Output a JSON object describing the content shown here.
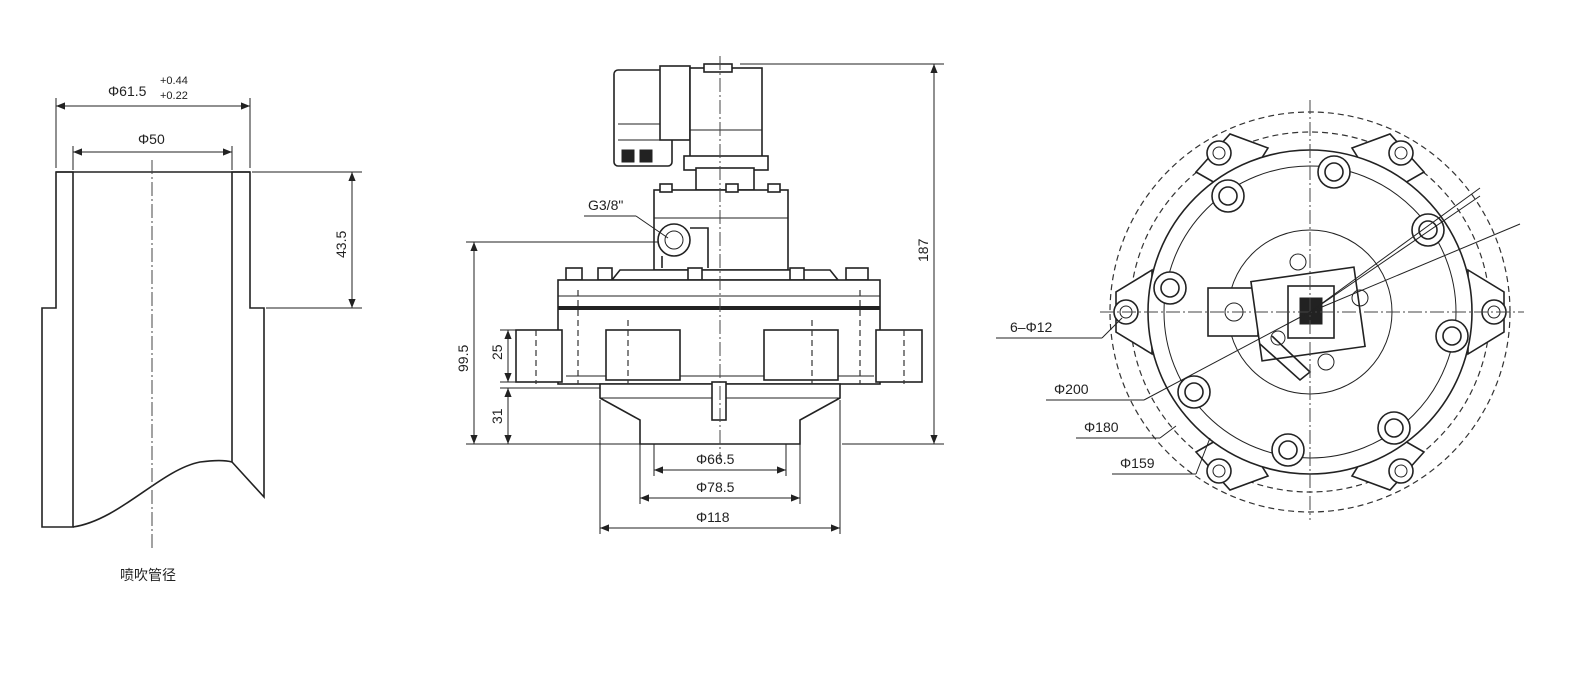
{
  "pipe": {
    "outer_dia": "Φ61.5",
    "tol_upper": "+0.44",
    "tol_lower": "+0.22",
    "inner_dia": "Φ50",
    "insert_depth": "43.5",
    "caption": "喷吹管径"
  },
  "valve": {
    "port_thread": "G3/8\"",
    "total_height": "187",
    "body_height": "99.5",
    "flange_height": "25",
    "bottom_height": "31",
    "dia_a": "Φ66.5",
    "dia_b": "Φ78.5",
    "dia_c": "Φ118"
  },
  "top_view": {
    "holes": "6–Φ12",
    "dia_outer": "Φ200",
    "dia_mid": "Φ180",
    "dia_inner": "Φ159"
  }
}
